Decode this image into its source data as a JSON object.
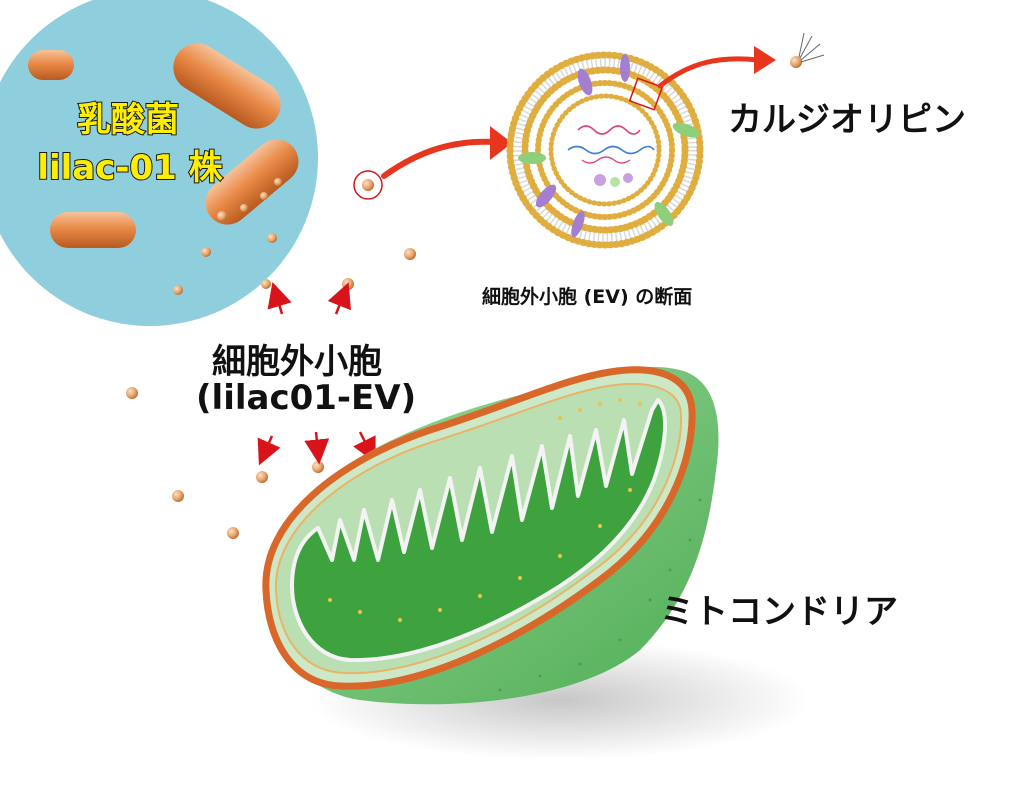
{
  "labels": {
    "bacteria_line1": "乳酸菌",
    "bacteria_line2": "lilac-01 株",
    "calcium_lipid": "カルジオリピン",
    "ev_cross_section": "細胞外小胞 (EV) の断面",
    "ev_line1": "細胞外小胞",
    "ev_line2": "(lilac01-EV)",
    "mitochondria": "ミトコンドリア"
  },
  "colors": {
    "circle_bg": "#8fcfdd",
    "bacteria": "#e98a48",
    "vesicle": "#e8a36a",
    "arrow": "#e8351e",
    "small_arrow": "#d8141a",
    "mito_outer": "#6fbf72",
    "mito_inner": "#3ea33f",
    "mito_rim": "#d9672a",
    "highlight_text": "#ffee00"
  },
  "icons": [
    "bacteria-icon",
    "vesicle-icon",
    "lipid-molecule-icon",
    "mitochondria-icon",
    "arrow-icon"
  ]
}
